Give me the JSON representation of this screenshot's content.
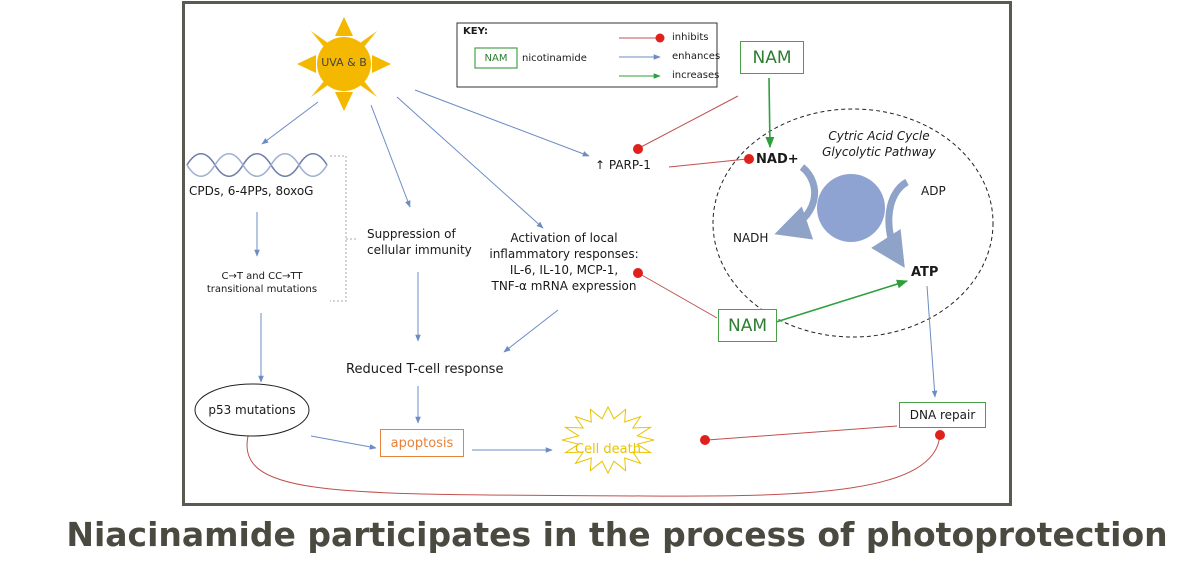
{
  "key": {
    "title": "KEY:",
    "nam_abbr": "NAM",
    "nam_def": "nicotinamide",
    "inhibits": "inhibits",
    "enhances": "enhances",
    "increases": "increases"
  },
  "nodes": {
    "sun": "UVA & B",
    "cpds": "CPDs, 6-4PPs, 8oxoG",
    "mutations": "C→T and CC→TT\ntransitional mutations",
    "suppression": "Suppression of\ncellular immunity",
    "activation": "Activation of local\ninflammatory responses:\nIL-6, IL-10, MCP-1,\nTNF-α mRNA expression",
    "parp": "↑ PARP-1",
    "nam_top": "NAM",
    "nam_mid": "NAM",
    "cycle_title": "Cytric Acid Cycle\nGlycolytic Pathway",
    "nad_plus": "NAD+",
    "nadh": "NADH",
    "adp": "ADP",
    "atp": "ATP",
    "reduced_t": "Reduced T-cell response",
    "p53": "p53 mutations",
    "apoptosis": "apoptosis",
    "cell_death": "Cell death",
    "dna_repair": "DNA repair"
  },
  "caption": "Niacinamide participates in the process of photoprotection",
  "colors": {
    "inhibit": "#d32f2f",
    "enhance": "#6b8cc4",
    "increase": "#2e9e3e",
    "sun": "#f5b800",
    "apoptosis": "#e8833a",
    "cell_death": "#e8c400",
    "nam_green": "#4aa04a",
    "frame": "#5a5a50"
  }
}
